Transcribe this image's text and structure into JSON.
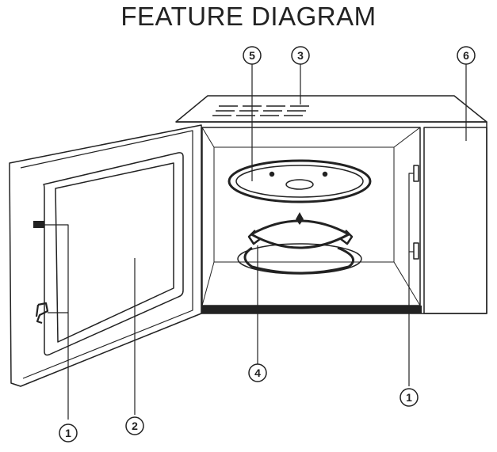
{
  "title": "FEATURE DIAGRAM",
  "callouts": {
    "door_latch": "1",
    "door_latch_right": "1",
    "window": "2",
    "vent": "3",
    "ring": "4",
    "tray": "5",
    "panel": "6"
  },
  "colors": {
    "line": "#222222",
    "background": "#ffffff"
  }
}
